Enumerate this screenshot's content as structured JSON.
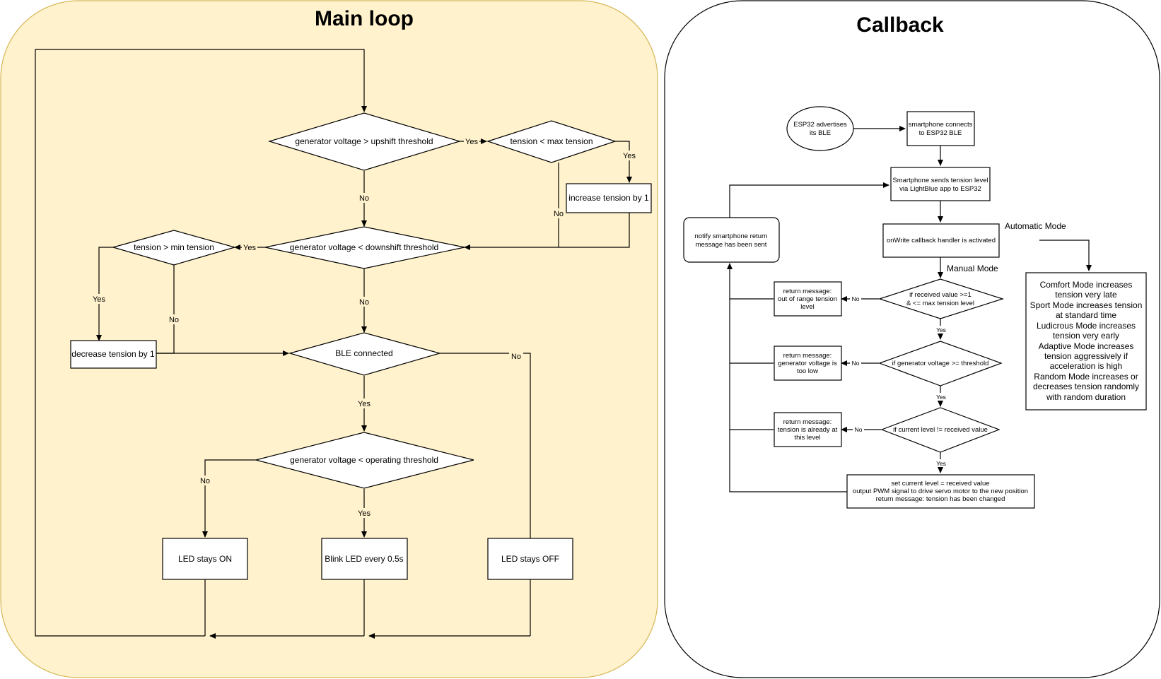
{
  "main_loop": {
    "title": "Main loop",
    "fill_color": "#fff2cc",
    "border_color": "#d6b656",
    "nodes": {
      "upshift": "generator voltage > upshift threshold",
      "max_tension": "tension < max tension",
      "increase": "increase tension by 1",
      "downshift": "generator voltage < downshift threshold",
      "min_tension": "tension > min tension",
      "decrease": "decrease tension by 1",
      "ble": "BLE connected",
      "operating": "generator voltage < operating threshold",
      "led_on": "LED stays ON",
      "blink": "Blink LED every 0.5s",
      "led_off": "LED stays OFF"
    },
    "edges": {
      "yes": "Yes",
      "no": "No"
    }
  },
  "callback": {
    "title": "Callback",
    "nodes": {
      "advertise": [
        "ESP32 advertises",
        "its BLE"
      ],
      "connect": [
        "smartphone connects",
        "to ESP32 BLE"
      ],
      "sends": [
        "Smartphone sends tension level",
        "via LightBlue app to ESP32"
      ],
      "onwrite": "onWrite callback handler is activated",
      "notify": [
        "notify smartphone return",
        "message has been sent"
      ],
      "check_range": [
        "if received value >=1",
        "& <= max tension level"
      ],
      "check_voltage": "if generator voltage >= threshold",
      "check_level": "if current level != received value",
      "ret_range": [
        "return message:",
        "out of range tension",
        "level"
      ],
      "ret_voltage": [
        "return message:",
        "generator voltage is",
        "too low"
      ],
      "ret_level": [
        "return message:",
        "tension is already at",
        "this level"
      ],
      "set_level": [
        "set current level = received value",
        "output PWM signal to drive servo motor to the new position",
        "return message: tension has been changed"
      ],
      "modes": [
        "Comfort Mode increases",
        "tension very late",
        "Sport Mode increases tension",
        "at standard time",
        "Ludicrous Mode increases",
        "tension very early",
        "Adaptive Mode increases",
        "tension aggressively if",
        "acceleration is high",
        "Random Mode increases or",
        "decreases tension randomly",
        "with random duration"
      ]
    },
    "edges": {
      "automatic": "Automatic Mode",
      "manual": "Manual Mode",
      "yes": "Yes",
      "no": "No"
    }
  }
}
